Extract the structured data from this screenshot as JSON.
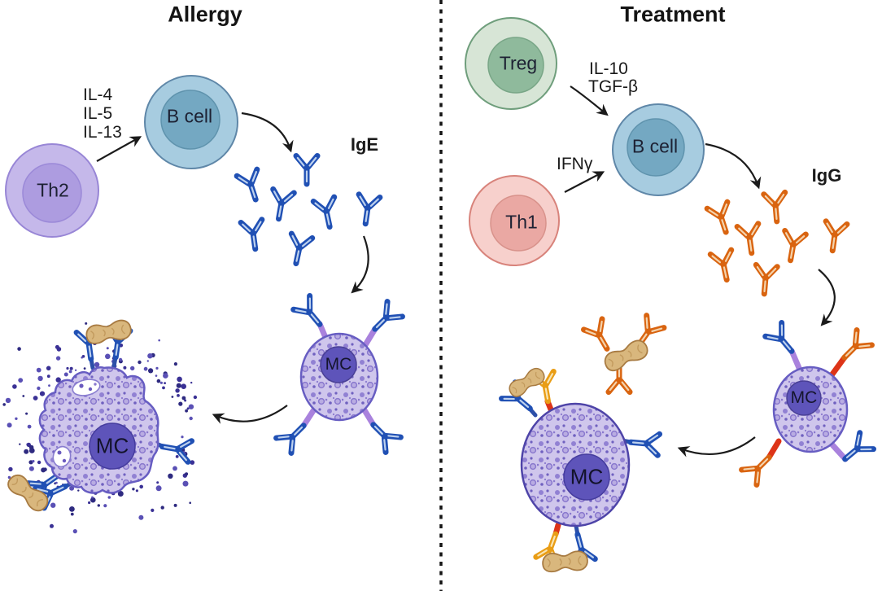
{
  "figure": {
    "left_panel": {
      "title": "Allergy",
      "th2_cell": "Th2",
      "b_cell": "B cell",
      "cytokines": [
        "IL-4",
        "IL-5",
        "IL-13"
      ],
      "antibody": "IgE",
      "mast_cell": "MC"
    },
    "right_panel": {
      "title": "Treatment",
      "treg_cell": "Treg",
      "th1_cell": "Th1",
      "b_cell": "B cell",
      "treg_cytokines": [
        "IL-10",
        "TGF-β"
      ],
      "th1_cytokine": "IFNγ",
      "antibody": "IgG",
      "mast_cell": "MC"
    }
  },
  "colors": {
    "ige_main": "#2050b4",
    "ige_stripe": "#bdd1ee",
    "igg_main": "#d96410",
    "igg_stripe": "#f4d3ac",
    "iggy_main": "#e99d15",
    "iggy_stripe": "#f8e4b2",
    "receptor_purple": "#a982dd",
    "receptor_red": "#dd3418",
    "receptor_blue": "#2d4fa8",
    "th2_outer": "#c5b8ea",
    "th2_inner": "#ad9ce0",
    "bcell_outer": "#a7cce0",
    "bcell_inner": "#74a8c2",
    "treg_outer": "#d7e5d6",
    "treg_inner": "#8fba9c",
    "th1_outer": "#f7d0cc",
    "th1_inner": "#eaa8a3",
    "mast_body": "#cfc6ec",
    "mast_outline": "#675dc2",
    "mast_nucleus": "#5e54ba",
    "peanut_fill": "#d9b77d",
    "peanut_line": "#a87b42",
    "granule_dark": "#3a3195",
    "arrow": "#1b1b1b"
  }
}
